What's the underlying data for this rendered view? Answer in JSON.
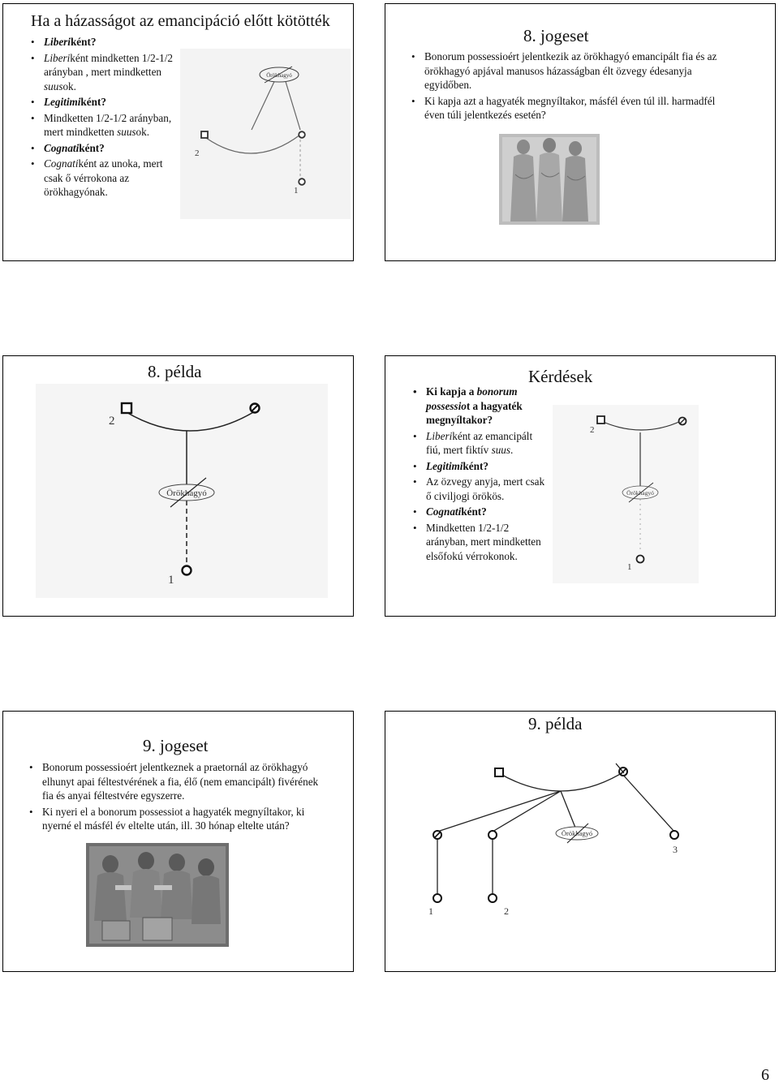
{
  "slide1": {
    "title": "Ha a házasságot az emancipáció előtt kötötték",
    "bullets": [
      {
        "a": "Liberi",
        "b": "ként?",
        "c": ""
      },
      {
        "a": "Liberi",
        "b": "ként mindketten 1/2-1/2 arányban , mert mindketten ",
        "c": "suus",
        "d": "ok."
      },
      {
        "a": "Legitimi",
        "b": "ként?"
      },
      {
        "a": "Mindketten 1/2-1/2 arányban, mert mindketten ",
        "b": "suus",
        "c": "ok."
      },
      {
        "a": "Cognati",
        "b": "ként?"
      },
      {
        "a": "Cognati",
        "b": "ként az unoka, mert csak ő vérrokona az örökhagyónak."
      }
    ],
    "diagram": {
      "center_label": "Örökhagyó",
      "left_num": "2",
      "bottom_num": "1"
    }
  },
  "slide2": {
    "title": "8. jogeset",
    "bullets": [
      "Bonorum possessioért jelentkezik az örökhagyó emancipált fia és az örökhagyó apjával manusos házasságban élt özvegy édesanyja egyidőben.",
      "Ki kapja azt a hagyaték megnyíltakor, másfél éven túl ill. harmadfél éven túli jelentkezés esetén?"
    ]
  },
  "slide3": {
    "title": "8. példa",
    "diagram": {
      "left_num": "2",
      "center_label": "Örökhagyó",
      "bottom_num": "1"
    }
  },
  "slide4": {
    "title": "Kérdések",
    "bullets": [
      {
        "a": "Ki kapja a ",
        "b": "bonorum possessio",
        "c": "t a hagyaték megnyíltakor?"
      },
      {
        "a": "Liberi",
        "b": "ként az emancipált fiú, mert fiktív ",
        "c": "suus",
        "d": "."
      },
      {
        "a": "Legitimi",
        "b": "ként?"
      },
      {
        "a": "Az özvegy anyja, mert csak ő civiljogi örökös."
      },
      {
        "a": "Cognati",
        "b": "ként?"
      },
      {
        "a": "Mindketten 1/2-1/2 arányban, mert mindketten elsőfokú vérrokonok."
      }
    ],
    "diagram": {
      "left_num": "2",
      "center_label": "Örökhagyó",
      "bottom_num": "1"
    }
  },
  "slide5": {
    "title": "9. jogeset",
    "bullets": [
      "Bonorum possessioért jelentkeznek a praetornál az örökhagyó elhunyt apai féltestvérének a fia, élő (nem emancipált) fivérének fia és anyai féltestvére egyszerre.",
      "Ki nyeri el a bonorum possessiot a hagyaték megnyíltakor, ki nyerné el másfél év eltelte után, ill. 30 hónap eltelte után?"
    ]
  },
  "slide6": {
    "title": "9. példa",
    "diagram": {
      "center_label": "Örökhagyó",
      "num1": "1",
      "num2": "2",
      "num3": "3"
    }
  },
  "page_number": "6"
}
